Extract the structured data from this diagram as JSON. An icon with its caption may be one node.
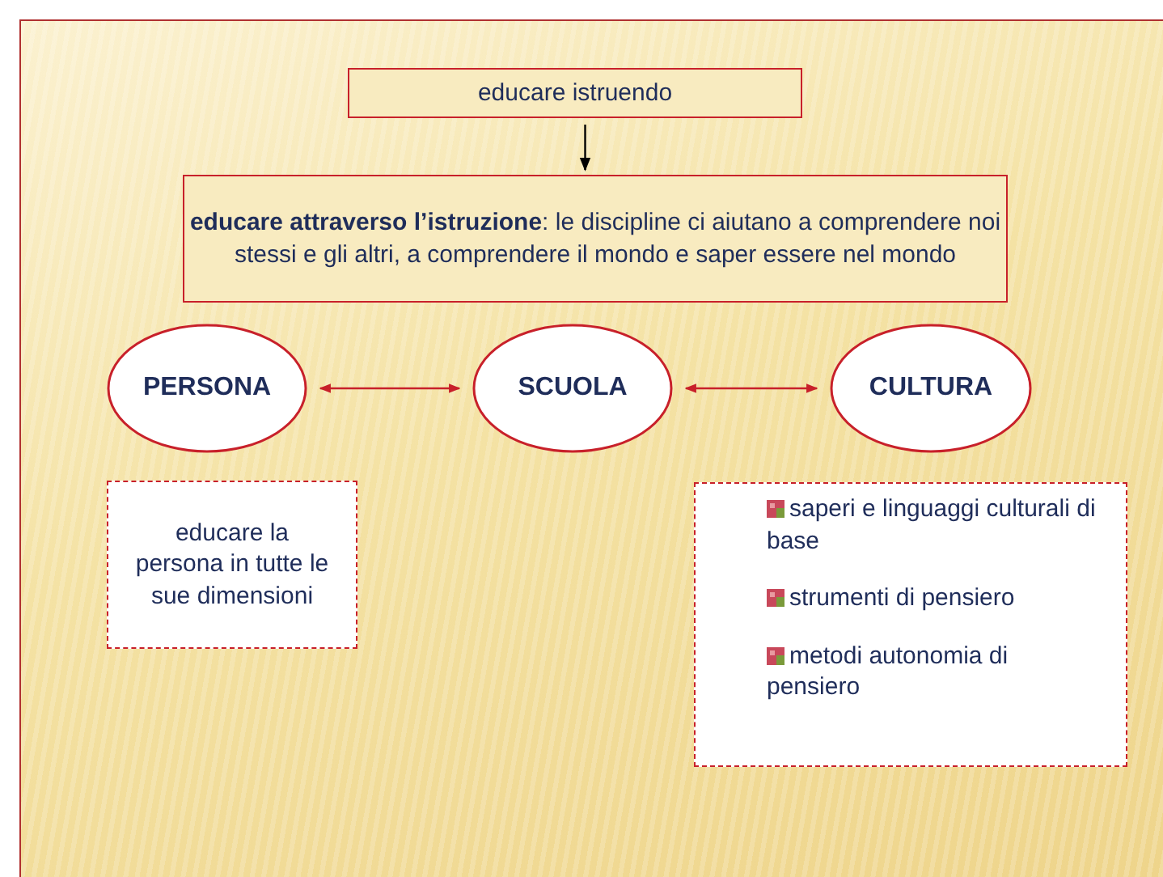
{
  "diagram": {
    "nodes": [
      {
        "text": [
          "educare istruendo"
        ]
      },
      {
        "text": [
          "**educare attraverso l’istruzione**: le discipline ci aiutano a comprendere noi stessi e gli altri, a comprendere il mondo e saper essere nel mondo"
        ]
      },
      {
        "text": [
          "PERSONA"
        ]
      },
      {
        "text": [
          "SCUOLA"
        ]
      },
      {
        "text": [
          "CULTURA"
        ]
      },
      {
        "text": [
          "educare la persona in tutte le sue dimensioni"
        ]
      },
      {
        "text": [
          "saperi e linguaggi culturali di base",
          "strumenti di pensiero",
          "metodi autonomia di pensiero"
        ]
      }
    ],
    "edges": [
      {
        "from": 0,
        "to": 1,
        "arrow": "to",
        "color": "#000000"
      },
      {
        "from": 2,
        "to": 3,
        "arrow": "both"
      },
      {
        "from": 3,
        "to": 4,
        "arrow": "both"
      }
    ]
  }
}
